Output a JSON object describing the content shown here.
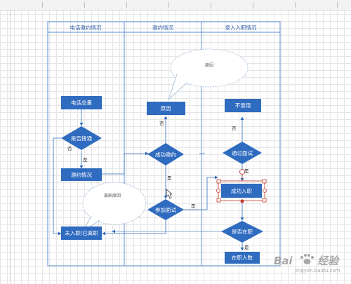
{
  "lanes": [
    {
      "title": "电话邀约情况"
    },
    {
      "title": "邀约情况"
    },
    {
      "title": "录入入职情况"
    }
  ],
  "nodes": {
    "phone_total": "电话总量",
    "connected": "是否接通",
    "invite_status": "邀约情况",
    "not_hired": "未入职/已离职",
    "reason": "原因",
    "invite_success": "成功邀约",
    "attend_interview": "参加面试",
    "not_hired_r": "不录用",
    "pass_interview": "通过面试",
    "hired": "成功入职",
    "employed": "是否在职",
    "employee_count": "在职人数"
  },
  "edge_labels": {
    "no_connect": "否",
    "yes_connect": "是",
    "no_reason": "否",
    "yes_invite": "是",
    "yes_attend": "是",
    "no_pass": "否",
    "yes_pass": "是",
    "yes_employed": "是"
  },
  "callouts": {
    "top": "原因",
    "left": "离职原因"
  },
  "watermark": {
    "brand": "Bai",
    "brand2": "经验",
    "sub": "jingyan.baidu.com"
  },
  "colors": {
    "node_fill": "#2f6bbf",
    "lane_border": "#5b8fd6",
    "selection": "#c0392b"
  }
}
